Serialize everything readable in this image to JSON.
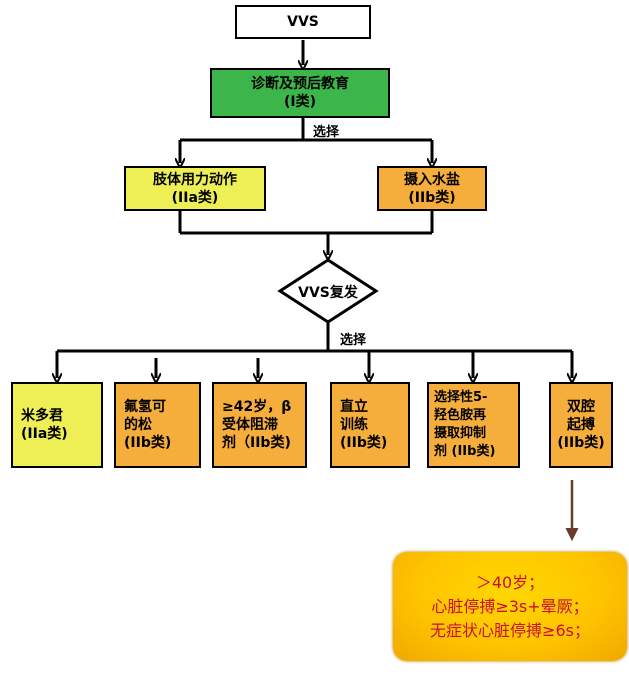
{
  "colors": {
    "start": "#ffffff",
    "diagnosis": "#3cb54a",
    "yellow": "#eeee55",
    "orange": "#f5ad3c",
    "note_text": "#c8102e",
    "note_bg": "#ffcc00"
  },
  "nodes": {
    "start": "VVS",
    "diagnosis": [
      "诊断及预后教育",
      "(I类)"
    ],
    "limb": [
      "肢体用力动作",
      "(IIa类)"
    ],
    "salt": [
      "摄入水盐",
      "(IIb类)"
    ],
    "recurrence": "VVS复发",
    "midodrine": [
      "米多君",
      "(IIa类)"
    ],
    "fludro": [
      "氟氢可",
      "的松",
      "(IIb类)"
    ],
    "beta": [
      "≥42岁，β",
      "受体阻滞",
      "剂（IIb类)"
    ],
    "tilt": [
      "直立",
      "训练",
      "(IIb类)"
    ],
    "ssri": [
      "选择性5-",
      "羟色胺再",
      "摄取抑制",
      "剂  (IIb类)"
    ],
    "pacing": [
      "双腔",
      "起搏",
      "(IIb类)"
    ]
  },
  "labels": {
    "choice1": "选择",
    "choice2": "选择"
  },
  "note": [
    "＞40岁；",
    "心脏停搏≥3s+晕厥；",
    "无症状心脏停搏≥6s；"
  ]
}
